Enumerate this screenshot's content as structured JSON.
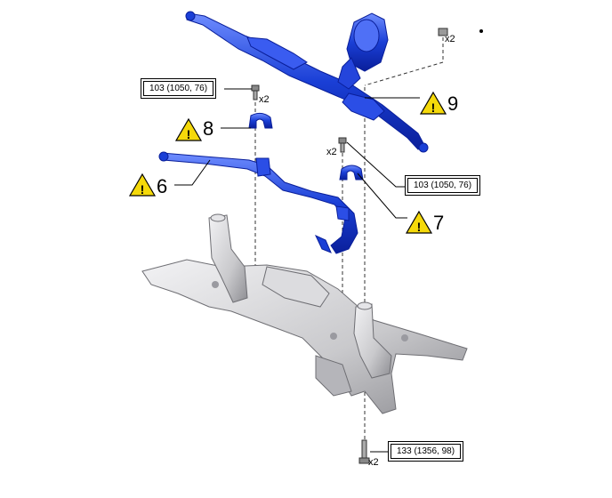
{
  "torque_specs": {
    "t1": "103 (1050, 76)",
    "t2": "103 (1050, 76)",
    "t3": "133 (1356, 98)"
  },
  "quantities": {
    "q1": "x2",
    "q2": "x2",
    "q3": "x2",
    "q4": "x2"
  },
  "callouts": {
    "c6": "6",
    "c7": "7",
    "c8": "8",
    "c9": "9"
  },
  "colors": {
    "part_blue": "#1a3fd6",
    "part_blue_dark": "#0a1f9a",
    "part_blue_light": "#5a7cff",
    "frame_grey": "#c9c9cc",
    "frame_dark": "#8e8e93",
    "warning_yellow": "#f5d90a"
  },
  "icons": {
    "warning": "warning-triangle-icon",
    "bolt": "bolt-icon",
    "nut": "nut-icon"
  }
}
